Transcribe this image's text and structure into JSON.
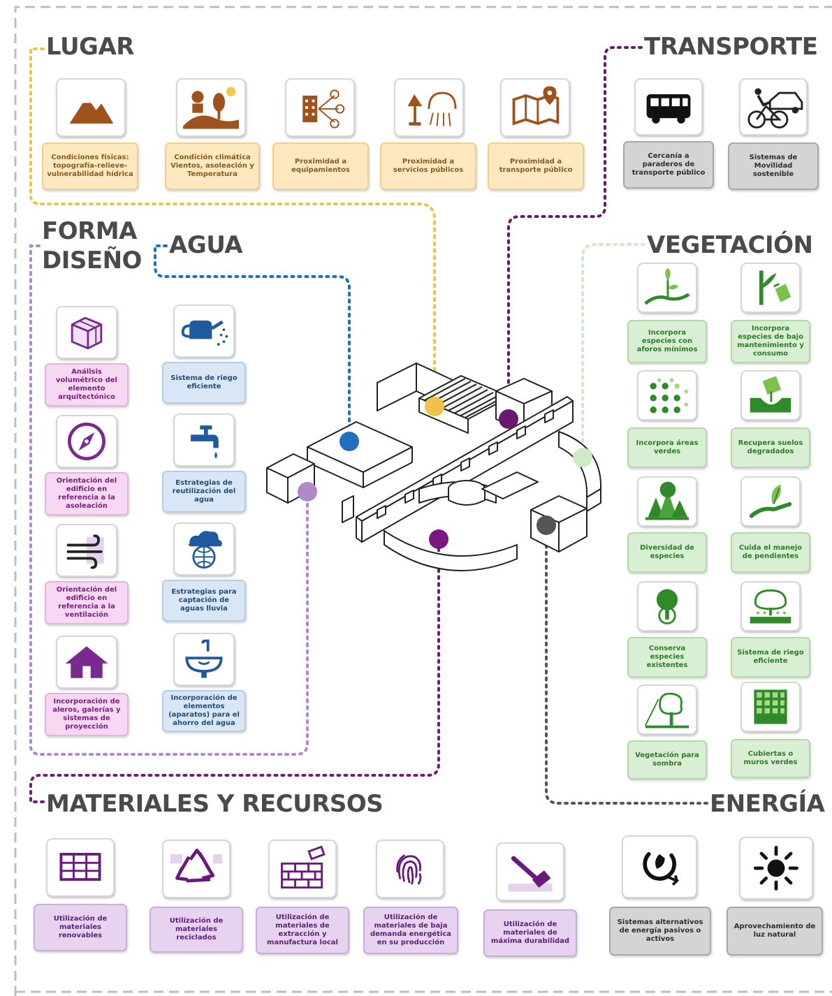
{
  "sections": {
    "lugar": "LUGAR",
    "transporte": "TRANSPORTE",
    "forma_line1": "FORMA",
    "forma_line2": "DISEÑO",
    "agua": "AGUA",
    "vegetacion": "VEGETACIÓN",
    "materiales": "MATERIALES Y RECURSOS",
    "energia": "ENERGÍA"
  },
  "lugar_items": [
    {
      "icon": "mountain-icon",
      "label": "Condiciones físicas: topografía-relieve-vulnerabilidad hídrica"
    },
    {
      "icon": "climate-icon",
      "label": "Condición climática Vientos, asoleación y Temperatura"
    },
    {
      "icon": "buildings-network-icon",
      "label": "Proximidad a equipamientos"
    },
    {
      "icon": "lamp-shower-icon",
      "label": "Proximidad a servicios públicos"
    },
    {
      "icon": "map-pin-icon",
      "label": "Proximidad a transporte público"
    }
  ],
  "transporte_items": [
    {
      "icon": "bus-icon",
      "label": "Cercanía a paraderos de transporte público"
    },
    {
      "icon": "bike-car-icon",
      "label": "Sistemas de Movilidad sostenible"
    }
  ],
  "forma_items": [
    {
      "icon": "cube-icon",
      "label": "Análisis volumétrico del elemento arquitectónico"
    },
    {
      "icon": "compass-icon",
      "label": "Orientación del edificio en referencia a la asoleación"
    },
    {
      "icon": "wind-icon",
      "label": "Orientación del edificio en referencia a la ventilación"
    },
    {
      "icon": "house-icon",
      "label": "Incorporación de aleros, galerías y sistemas de proyección"
    }
  ],
  "agua_items": [
    {
      "icon": "watering-can-icon",
      "label": "Sistema de riego eficiente"
    },
    {
      "icon": "faucet-icon",
      "label": "Estrategias de reutilización del agua"
    },
    {
      "icon": "rain-cloud-icon",
      "label": "Estrategias para captación de aguas lluvia"
    },
    {
      "icon": "sink-icon",
      "label": "Incorporación de elementos (aparatos) para el ahorro del agua"
    }
  ],
  "vegetacion_items": [
    {
      "icon": "sprout-hand-icon",
      "label": "Incorpora especies con aforos mínimos"
    },
    {
      "icon": "plant-bottle-icon",
      "label": "Incorpora especies de bajo mantenimiento y consumo"
    },
    {
      "icon": "dots-grid-icon",
      "label": "Incorpora áreas verdes"
    },
    {
      "icon": "soil-icon",
      "label": "Recupera suelos degradados"
    },
    {
      "icon": "forest-icon",
      "label": "Diversidad de especies"
    },
    {
      "icon": "leaf-hand-icon",
      "label": "Cuida el manejo de pendientes"
    },
    {
      "icon": "tree-globe-icon",
      "label": "Conserva especies existentes"
    },
    {
      "icon": "tree-irrigation-icon",
      "label": "Sistema de riego eficiente"
    },
    {
      "icon": "tree-shade-icon",
      "label": "Vegetación para sombra"
    },
    {
      "icon": "green-roof-icon",
      "label": "Cubiertas o muros verdes"
    }
  ],
  "materiales_items": [
    {
      "icon": "grid-panel-icon",
      "label": "Utilización de materiales renovables"
    },
    {
      "icon": "recycle-icon",
      "label": "Utilización de materiales reciclados"
    },
    {
      "icon": "bricks-icon",
      "label": "Utilización de materiales de extracción y manufactura local"
    },
    {
      "icon": "fingerprint-icon",
      "label": "Utilización de materiales de baja demanda energética en su producción"
    },
    {
      "icon": "hammer-icon",
      "label": "Utilización de materiales de máxima durabilidad"
    }
  ],
  "energia_items": [
    {
      "icon": "energy-plug-icon",
      "label": "Sistemas alternativos de energía pasivos o activos"
    },
    {
      "icon": "sun-icon",
      "label": "Aprovechamiento de luz natural"
    }
  ],
  "colors": {
    "lugar": "#f0c24a",
    "transporte": "#6a1a6e",
    "forma": "#b08ac6",
    "agua": "#1f6fbd",
    "vegetacion": "#cfeac6",
    "materiales": "#7a1880",
    "energia": "#555555"
  }
}
